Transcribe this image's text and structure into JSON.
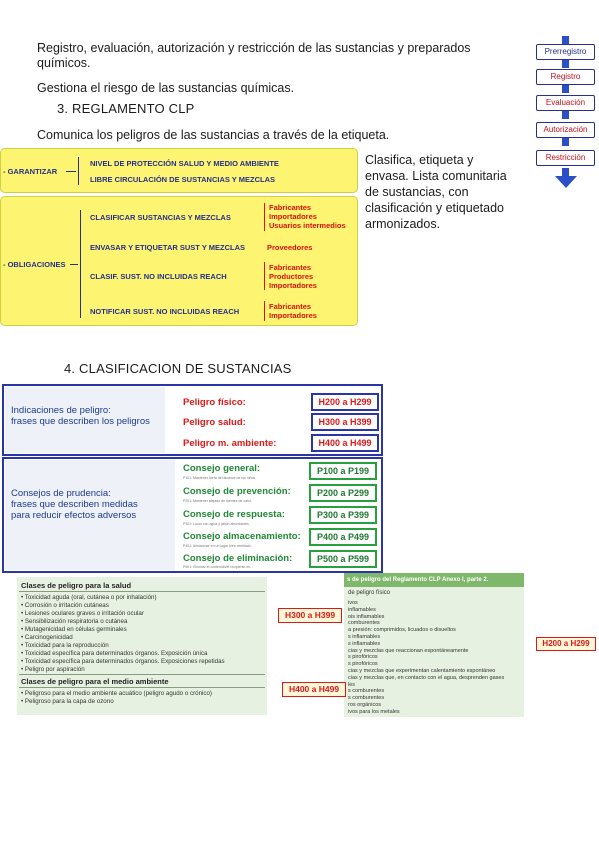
{
  "intro": {
    "line1": "Registro, evaluación, autorización y restricción de las sustancias y preparados",
    "line2": "químicos.",
    "line3": "Gestiona el riesgo de las sustancias químicas."
  },
  "flow": {
    "steps": [
      "Prerregistro",
      "Registro",
      "Evaluación",
      "Autorización",
      "Restricción"
    ]
  },
  "section3": {
    "heading": "3. REGLAMENTO CLP",
    "text": "Comunica los peligros de las sustancias a través de la etiqueta.",
    "side_note": [
      "Clasifica, etiqueta y",
      "envasa. Lista comunitaria",
      "de sustancias, con",
      "clasificación y etiquetado",
      "armonizados."
    ]
  },
  "clp": {
    "garantizar_label": "- GARANTIZAR",
    "garantizar_items": [
      "NIVEL DE PROTECCIÓN SALUD Y MEDIO AMBIENTE",
      "LIBRE CIRCULACIÓN DE SUSTANCIAS Y MEZCLAS"
    ],
    "obligaciones_label": "- OBLIGACIONES",
    "obligaciones": [
      {
        "item": "CLASIFICAR SUSTANCIAS Y MEZCLAS",
        "actors": [
          "Fabricantes",
          "Importadores",
          "Usuarios intermedios"
        ]
      },
      {
        "item": "ENVASAR Y ETIQUETAR SUST Y MEZCLAS",
        "actors": [
          "Proveedores"
        ]
      },
      {
        "item": "CLASIF. SUST. NO INCLUIDAS REACH",
        "actors": [
          "Fabricantes",
          "Productores",
          "Importadores"
        ]
      },
      {
        "item": "NOTIFICAR SUST. NO INCLUIDAS REACH",
        "actors": [
          "Fabricantes",
          "Importadores"
        ]
      }
    ]
  },
  "section4": {
    "heading": "4. CLASIFICACION DE SUSTANCIAS"
  },
  "hazard": {
    "desc": [
      "Indicaciones de peligro:",
      "frases que describen los peligros"
    ],
    "rows": [
      {
        "label": "Peligro físico:",
        "code": "H200 a H299"
      },
      {
        "label": "Peligro salud:",
        "code": "H300 a H399"
      },
      {
        "label": "Peligro m. ambiente:",
        "code": "H400 a H499"
      }
    ]
  },
  "prudence": {
    "desc": [
      "Consejos de prudencia:",
      "frases que describen medidas",
      "para reducir efectos adversos"
    ],
    "rows": [
      {
        "label": "Consejo general:",
        "note": "P101: Mantener fuera del alcance de los niños.",
        "code": "P100 a P199"
      },
      {
        "label": "Consejo de prevención:",
        "note": "P201: Mantener alejado de fuentes de calor.",
        "code": "P200 a P299"
      },
      {
        "label": "Consejo de respuesta:",
        "note": "P301: Lavar con agua y jabón abundantes.",
        "code": "P300 a P399"
      },
      {
        "label": "Consejo almacenamiento:",
        "note": "P401: Almacenar en un lugar bien ventilado.",
        "code": "P400 a P499"
      },
      {
        "label": "Consejo de eliminación:",
        "note": "P501: Eliminar el contenido/el recipiente en...",
        "code": "P500 a P599"
      }
    ]
  },
  "health_table": {
    "title": "Clases de peligro para la salud",
    "items": [
      "• Toxicidad aguda (oral, cutánea o por inhalación)",
      "• Corrosión o irritación cutáneas",
      "• Lesiones oculares graves o irritación ocular",
      "• Sensibilización respiratoria o cutánea",
      "• Mutagenicidad en células germinales",
      "• Carcinogenicidad",
      "• Toxicidad para la reproducción",
      "• Toxicidad específica para determinados órganos. Exposición única",
      "• Toxicidad específica para determinados órganos. Exposiciones repetidas",
      "• Peligro por aspiración"
    ],
    "env_title": "Clases de peligro para el medio ambiente",
    "env_items": [
      "• Peligroso para el medio ambiente acuático (peligro agudo o crónico)",
      "• Peligroso para la capa de ozono"
    ]
  },
  "physical_table": {
    "header": "s de peligro del Reglamento CLP Anexo I, parte 2.",
    "subtitle": "de peligro físico",
    "items": [
      "ivos",
      "inflamables",
      "ois inflamables",
      "comburentes",
      "a presión: comprimidos, licuados o disueltos",
      "s inflamables",
      "s inflamables",
      "cias y mezclas que reaccionan espontáneamente",
      "s pirofóricos",
      "s pirofóricos",
      "cias y mezclas que experimentan calentamiento espontáneo",
      "cias y mezclas que, en contacto con el agua, desprenden gases",
      "les",
      "s comburentes",
      "s comburentes",
      "ros orgánicos",
      "ivos para los metales"
    ]
  },
  "tags": {
    "health": "H300 a H399",
    "env": "H400 a H499",
    "physical": "H200 a H299"
  }
}
